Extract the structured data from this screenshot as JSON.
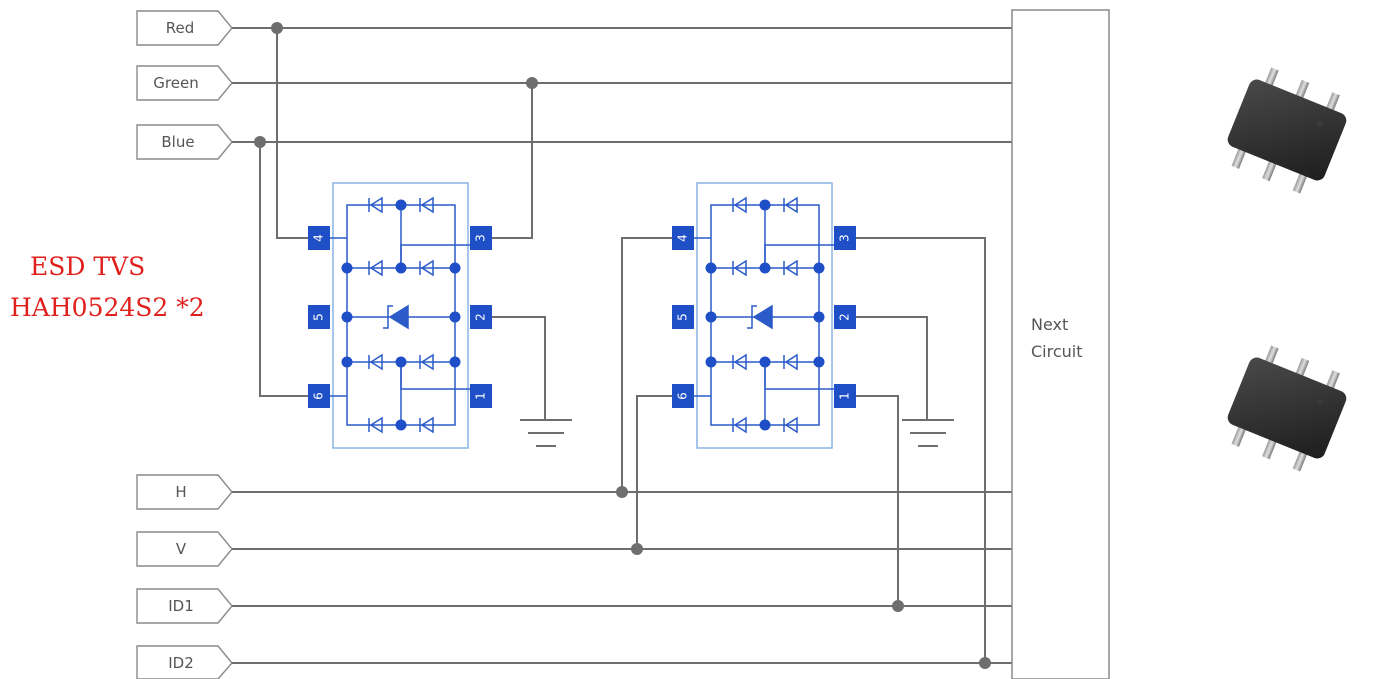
{
  "signals_top": [
    "Red",
    "Green",
    "Blue"
  ],
  "signals_bottom": [
    "H",
    "V",
    "ID1",
    "ID2"
  ],
  "esd_title": "ESD TVS",
  "esd_part": "HAH0524S2 *2",
  "next_circuit": [
    "Next",
    "Circuit"
  ],
  "pins": {
    "p1": "1",
    "p2": "2",
    "p3": "3",
    "p4": "4",
    "p5": "5",
    "p6": "6"
  },
  "colors": {
    "wire": "#6e6e6e",
    "ic": "#1e4fc7",
    "ic_outline": "#8ab4e6",
    "label": "#e0201c"
  }
}
